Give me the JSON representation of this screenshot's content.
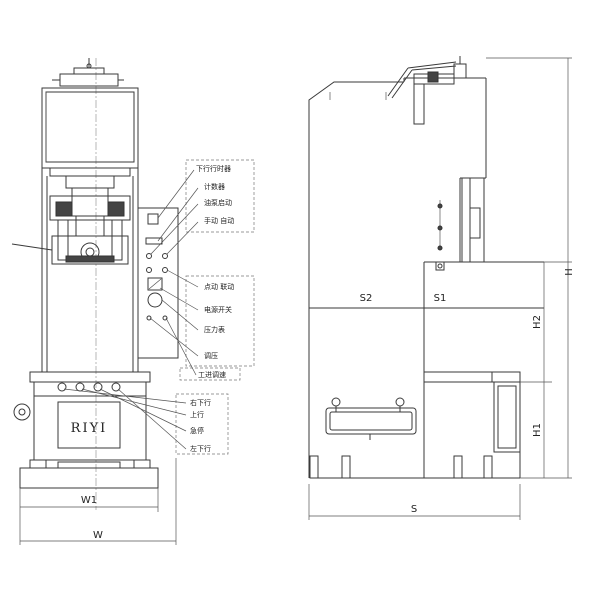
{
  "front_view": {
    "logo": "RIYI",
    "callouts": [
      "下行行时器",
      "计数器",
      "油泵启动",
      "手动 自动",
      "点动 联动",
      "电源开关",
      "压力表",
      "调压",
      "工进调速",
      "右下行",
      "上行",
      "急停",
      "左下行"
    ],
    "dimensions": {
      "w1": "W1",
      "w": "W"
    }
  },
  "side_view": {
    "dimensions": {
      "s2": "S2",
      "s1": "S1",
      "s": "S",
      "h": "H",
      "h2": "H2",
      "h1": "H1"
    }
  }
}
